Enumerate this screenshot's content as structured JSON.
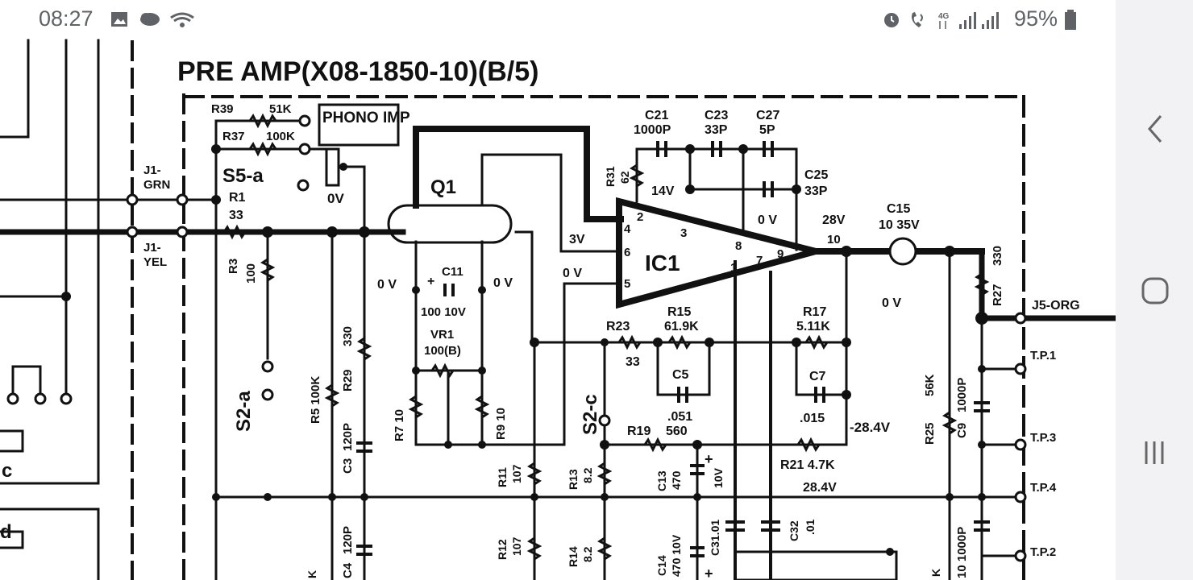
{
  "status_bar": {
    "time": "08:27",
    "battery": "95%",
    "left_icons": [
      "image-icon",
      "cloud-icon",
      "wifi-icon"
    ],
    "right_icons": [
      "alarm-icon",
      "wifi-calling-icon",
      "4g-icon",
      "signal-icon",
      "signal-icon",
      "battery-icon"
    ]
  },
  "nav_bar": {
    "buttons": [
      "back-icon",
      "home-icon",
      "recents-icon"
    ]
  },
  "schematic": {
    "title": "PRE AMP(X08-1850-10)(B/5)",
    "box_label": "PHONO IMP",
    "labels": {
      "r39": "R39",
      "r39_val": "51K",
      "r37": "R37",
      "r37_val": "100K",
      "s5a": "S5-a",
      "j1grn_a": "J1-",
      "j1grn_b": "GRN",
      "j1yel_a": "J1-",
      "j1yel_b": "YEL",
      "r1": "R1",
      "r1_val": "33",
      "r3": "R3",
      "r3_val": "100",
      "zero_v1": "0V",
      "zero_v2": "0 V",
      "zero_v3": "0 V",
      "zero_v4": "0 V",
      "zero_v5": "0 V",
      "zero_v6": "0 V",
      "q1": "Q1",
      "c21": "C21",
      "c21_val": "1000P",
      "c23": "C23",
      "c23_val": "33P",
      "c27": "C27",
      "c27_val": "5P",
      "c25": "C25",
      "c25_val": "33P",
      "r31": "R31",
      "r31_val": "62",
      "v14": "14V",
      "v28": "28V",
      "v3": "3V",
      "pin2": "2",
      "pin3": "3",
      "pin4": "4",
      "pin6": "6",
      "pin5": "5",
      "pin8": "8",
      "pin1": "1",
      "pin7": "7",
      "pin9": "9",
      "pin10": "10",
      "ic1": "IC1",
      "c15": "C15",
      "c15_val": "10 35V",
      "r27": "R27",
      "r27_val": "330",
      "j5": "J5-ORG",
      "c11": "C11",
      "c11_val": "100 10V",
      "vr1": "VR1",
      "vr1_val": "100(B)",
      "r7": "R7 10",
      "r9": "R9 10",
      "r5": "R5 100K",
      "r29": "R29",
      "r29_val": "330",
      "c3": "C3",
      "c3_val": "120P",
      "c4": "C4",
      "c4_val": "120P",
      "s2a": "S2-a",
      "s2c": "S2-c",
      "r23": "R23",
      "r23_val": "33",
      "r15": "R15",
      "r15_val": "61.9K",
      "r17": "R17",
      "r17_val": "5.11K",
      "c5": "C5",
      "c5_val": ".051",
      "c7": "C7",
      "c7_val": ".015",
      "r19": "R19",
      "r19_val": "560",
      "neg284": "-28.4V",
      "r21": "R21 4.7K",
      "pos284": "28.4V",
      "r25": "R25",
      "r25_val": "56K",
      "c9": "C9",
      "c9_val": "1000P",
      "c10": "10 1000P",
      "r11": "R11",
      "r11_val": "107",
      "r12": "R12",
      "r12_val": "107",
      "r13": "R13",
      "r13_val": "8.2",
      "r14": "R14",
      "r14_val": "8.2",
      "c13": "C13",
      "c13_val": "470",
      "c13_v": "10V",
      "c14": "C14",
      "c14_val": "470 10V",
      "c31": "C31.01",
      "c32": "C32",
      "c32_val": ".01",
      "tp1": "T.P.1",
      "tp2": "T.P.2",
      "tp3": "T.P.3",
      "tp4": "T.P.4",
      "plus1": "+",
      "plus2": "+",
      "plus3": "+",
      "frag_c": "c",
      "frag_d": "d",
      "frag_k1": "K",
      "frag_k2": "K"
    }
  }
}
